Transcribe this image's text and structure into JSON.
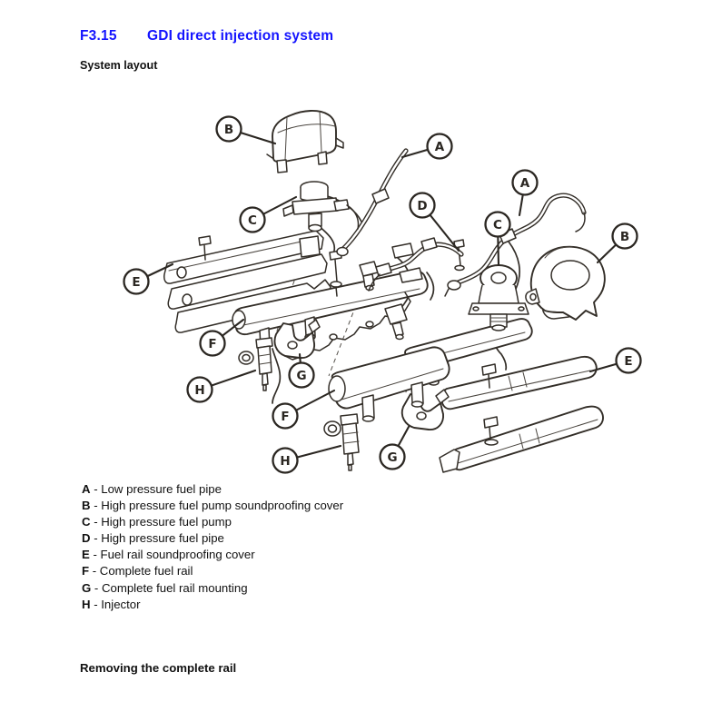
{
  "colors": {
    "heading_blue": "#1414ff",
    "body_text": "#111111",
    "line_art": "#332e28",
    "page_background": "#ffffff"
  },
  "header": {
    "section": "F3.15",
    "title": "GDI direct injection system",
    "subtitle": "System layout"
  },
  "diagram": {
    "description": "Exploded line drawing of the GDI direct injection system components with circled callout letters",
    "callouts": [
      {
        "label": "B"
      },
      {
        "label": "A"
      },
      {
        "label": "A"
      },
      {
        "label": "D"
      },
      {
        "label": "C"
      },
      {
        "label": "C"
      },
      {
        "label": "B"
      },
      {
        "label": "E"
      },
      {
        "label": "F"
      },
      {
        "label": "G"
      },
      {
        "label": "H"
      },
      {
        "label": "E"
      },
      {
        "label": "F"
      },
      {
        "label": "G"
      },
      {
        "label": "H"
      }
    ]
  },
  "legend": {
    "separator": " - ",
    "items": [
      {
        "letter": "A",
        "text": "Low pressure fuel pipe"
      },
      {
        "letter": "B",
        "text": "High pressure fuel pump soundproofing cover"
      },
      {
        "letter": "C",
        "text": "High pressure fuel pump"
      },
      {
        "letter": "D",
        "text": "High pressure fuel pipe"
      },
      {
        "letter": "E",
        "text": "Fuel rail soundproofing cover"
      },
      {
        "letter": "F",
        "text": "Complete fuel rail"
      },
      {
        "letter": "G",
        "text": "Complete fuel rail mounting"
      },
      {
        "letter": "H",
        "text": "Injector"
      }
    ]
  },
  "footer": {
    "heading": "Removing the complete rail"
  }
}
